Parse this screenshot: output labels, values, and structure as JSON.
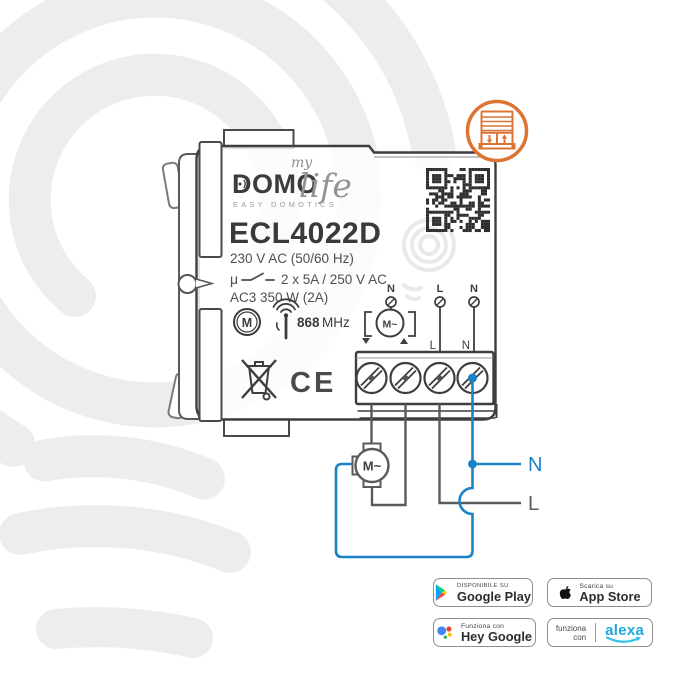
{
  "brand": {
    "my": "my",
    "domo": "DOMO",
    "life": "life",
    "tagline": "EASY DOMOTICS"
  },
  "device": {
    "model": "ECL4022D",
    "spec_voltage": "230 V AC (50/60 Hz)",
    "spec_mu": "μ",
    "spec_contacts": "2 x 5A / 250 V AC",
    "spec_power": "AC3 350 W (2A)",
    "motor_rating_mark": "M",
    "radio_frequency": "868",
    "radio_unit": "MHz",
    "ce_mark": "CE",
    "diagram": {
      "top_n": "N",
      "top_l": "L",
      "top_n2": "N",
      "mid_l": "L",
      "mid_n": "N",
      "motor": "M~"
    }
  },
  "wiring": {
    "motor": "M~",
    "neutral": "N",
    "line": "L",
    "wire_blue": "#1B82C6"
  },
  "colors": {
    "accent_orange": "#DC7433",
    "wire_blue": "#1B82C6",
    "watermark_gray": "#ECEDEE",
    "alexa_blue": "#1EA9E0"
  },
  "badges": {
    "google_play": {
      "kicker": "DISPONIBILE SU",
      "label": "Google Play"
    },
    "app_store": {
      "kicker": "Scarica su",
      "label": "App Store"
    },
    "hey_google": {
      "kicker": "Funziona con",
      "label": "Hey Google"
    },
    "alexa": {
      "kicker_line1": "funziona",
      "kicker_line2": "con",
      "label": "alexa"
    }
  }
}
